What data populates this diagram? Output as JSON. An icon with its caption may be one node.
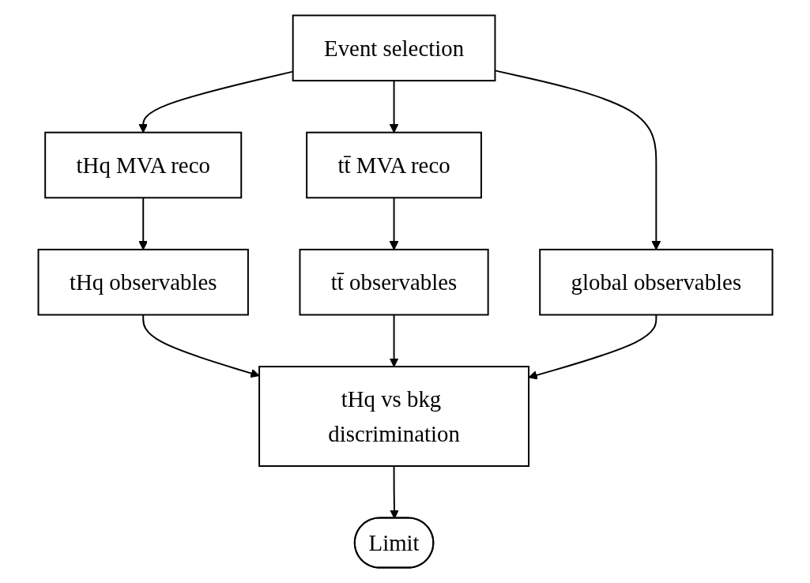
{
  "diagram": {
    "nodes": [
      {
        "text": [
          "Event selection"
        ]
      },
      {
        "text": [
          "tHq MVA reco"
        ]
      },
      {
        "text": [
          "tt̄ MVA reco"
        ]
      },
      {
        "text": [
          "tHq observables"
        ]
      },
      {
        "text": [
          "tt̄ observables"
        ]
      },
      {
        "text": [
          "global observables"
        ]
      },
      {
        "text": [
          "tHq vs bkg discrimination"
        ]
      },
      {
        "text": [
          "Limit"
        ]
      }
    ],
    "edges": [
      {
        "from": 0,
        "to": 1,
        "arrow": "to"
      },
      {
        "from": 0,
        "to": 2,
        "arrow": "to"
      },
      {
        "from": 0,
        "to": 5,
        "arrow": "to"
      },
      {
        "from": 1,
        "to": 3,
        "arrow": "to"
      },
      {
        "from": 2,
        "to": 4,
        "arrow": "to"
      },
      {
        "from": 3,
        "to": 6,
        "arrow": "to"
      },
      {
        "from": 4,
        "to": 6,
        "arrow": "to"
      },
      {
        "from": 5,
        "to": 6,
        "arrow": "to"
      },
      {
        "from": 6,
        "to": 7,
        "arrow": "to"
      }
    ]
  }
}
